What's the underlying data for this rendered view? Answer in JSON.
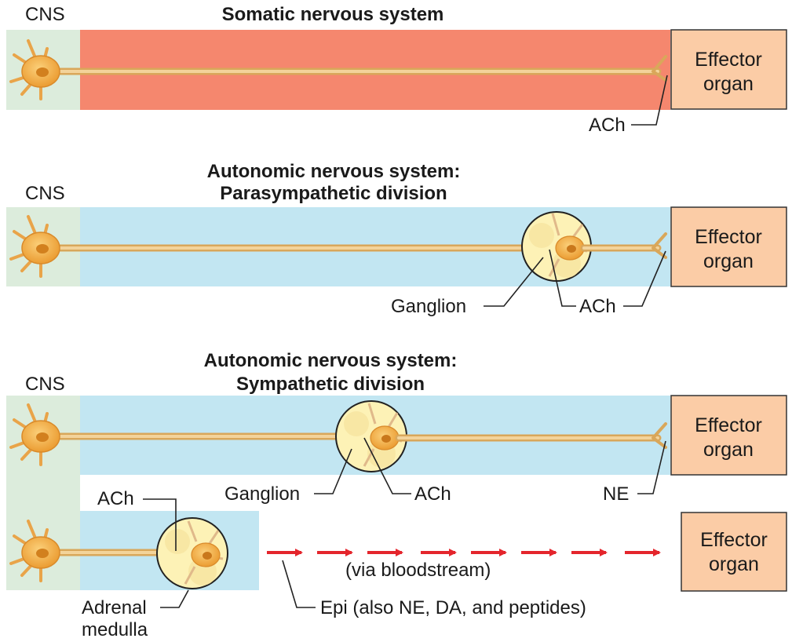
{
  "labels": {
    "cns": "CNS",
    "effector_line1": "Effector",
    "effector_line2": "organ",
    "ach": "ACh",
    "ne": "NE",
    "ganglion": "Ganglion",
    "adrenal_line1": "Adrenal",
    "adrenal_line2": "medulla",
    "via_bloodstream": "(via bloodstream)",
    "epi": "Epi (also NE, DA, and peptides)"
  },
  "somatic": {
    "title": "Somatic nervous system"
  },
  "parasympathetic": {
    "title_line1": "Autonomic nervous system:",
    "title_line2": "Parasympathetic division"
  },
  "sympathetic": {
    "title_line1": "Autonomic nervous system:",
    "title_line2": "Sympathetic division"
  },
  "colors": {
    "cns_bg": "#dcecdc",
    "somatic_bg": "#f5876e",
    "autonomic_bg": "#c2e6f2",
    "effector_bg": "#fbcca6",
    "neuron": "#f0a83c",
    "ganglion": "#fdf2b6",
    "arrow": "#e4252c"
  }
}
